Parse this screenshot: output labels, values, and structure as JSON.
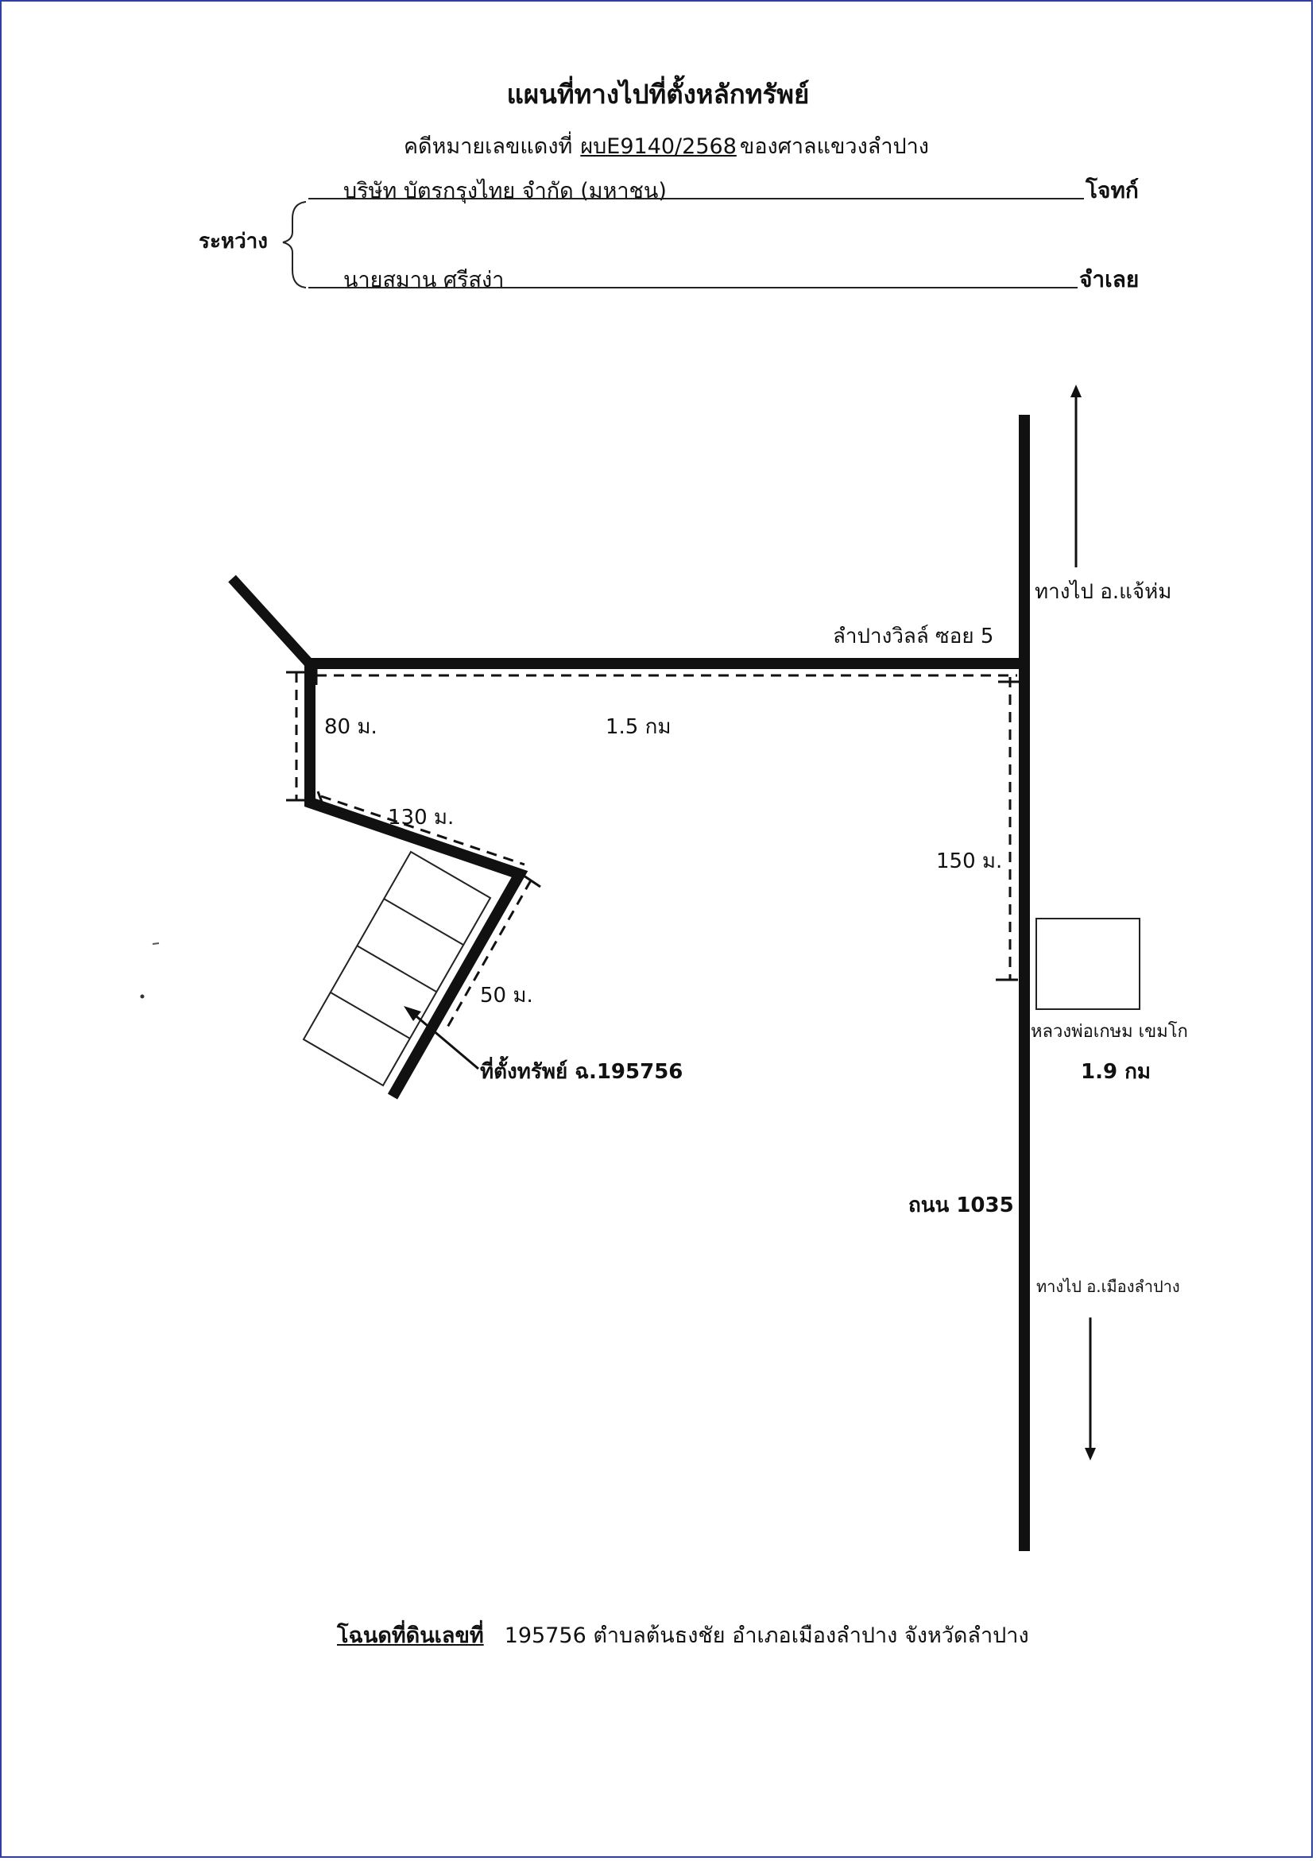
{
  "header": {
    "title": "แผนที่ทางไปที่ตั้งหลักทรัพย์",
    "case_label": "คดีหมายเลขแดงที่",
    "case_number": "ผบE9140/2568",
    "court": "ของศาลแขวงลำปาง",
    "between_label": "ระหว่าง",
    "plaintiff_name": "บริษัท บัตรกรุงไทย จำกัด (มหาชน)",
    "plaintiff_role": "โจทก์",
    "defendant_name": "นายสมาน  ศรีสง่า",
    "defendant_role": "จำเลย"
  },
  "map": {
    "road_soi_label": "ลำปางวิลล์ ซอย 5",
    "road_main_label": "ถนน 1035",
    "north_direction_label": "ทางไป อ.แจ้ห่ม",
    "south_direction_label": "ทางไป อ.เมืองลำปาง",
    "landmark_label": "หลวงพ่อเกษม เขมโก",
    "landmark_distance": "1.9 กม",
    "dist_soi": "1.5 กม",
    "dist_main_to_soi": "150 ม.",
    "dist_seg1": "80 ม.",
    "dist_seg2": "130 ม.",
    "dist_seg3": "50 ม.",
    "property_label": "ที่ตั้งทรัพย์ ฉ.195756"
  },
  "footer": {
    "deed_label": "โฉนดที่ดินเลขที่",
    "deed_detail": "195756 ตำบลต้นธงชัย อำเภอเมืองลำปาง จังหวัดลำปาง"
  }
}
